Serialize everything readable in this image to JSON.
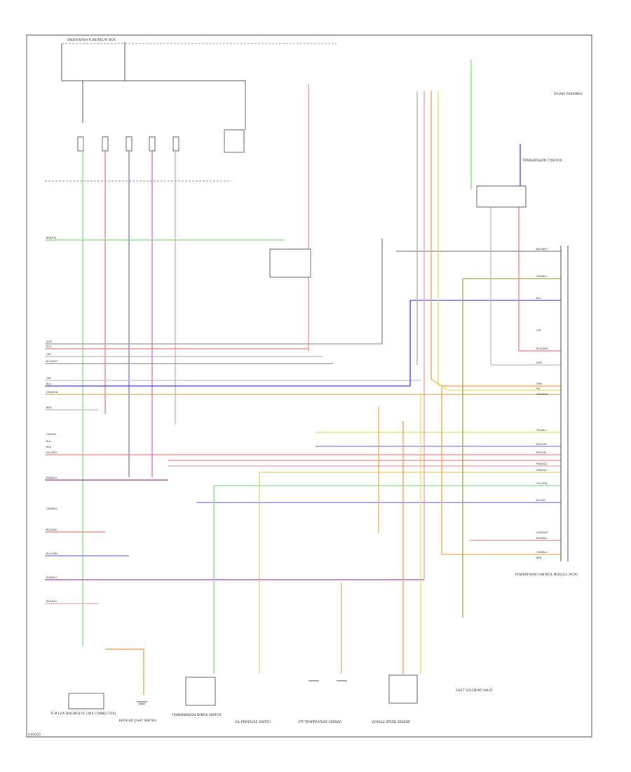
{
  "diagram": {
    "footer_code": "G00000",
    "components": {
      "ecm_bottom_left": "TCM (VIA DIAGNOSTIC LINK CONNECTOR)",
      "reverse_switch": "BACK-UP LIGHT SWITCH",
      "trans_range_switch": "TRANSMISSION RANGE SWITCH",
      "oil_press_switch": "OIL PRESSURE SWITCH",
      "atf_temp_sensor": "ATF TEMPERATURE SENSOR",
      "vehicle_speed_sensor": "VEHICLE SPEED SENSOR",
      "shift_solenoid": "SHIFT SOLENOID VALVE",
      "pcm_right": "POWERTRAIN CONTROL MODULE (PCM)",
      "transmission_control": "TRANSMISSION CONTROL",
      "gauge_assembly": "GAUGE ASSEMBLY",
      "fuse_box": "UNDER-DASH FUSE/RELAY BOX"
    },
    "wire_labels_left": [
      "BRN/YEL",
      "WHT",
      "RED",
      "GRY",
      "BLU/WHT",
      "GRY",
      "BLU",
      "GRN/RED",
      "BRN",
      "GRN/YEL",
      "BLK",
      "RED",
      "YEL/RED",
      "PNK/BLU",
      "GRN/BLK",
      "RED/BLK",
      "BLU/GRN",
      "PNK/BLU",
      "RED/BLU"
    ],
    "wire_labels_right": [
      "BLK/WHT",
      "GRN/BLK",
      "BLU",
      "GRY",
      "RED/WHT",
      "WHT",
      "ORN",
      "YEL",
      "GRN/RED",
      "YEL/BLU",
      "BLU/GRY",
      "RED/YEL",
      "PNK/BLU",
      "GRN/YEL",
      "YEL/GRN",
      "BLU/YEL",
      "GRN/WHT",
      "RED/BLU",
      "ORN/BLU",
      "BRN"
    ]
  }
}
